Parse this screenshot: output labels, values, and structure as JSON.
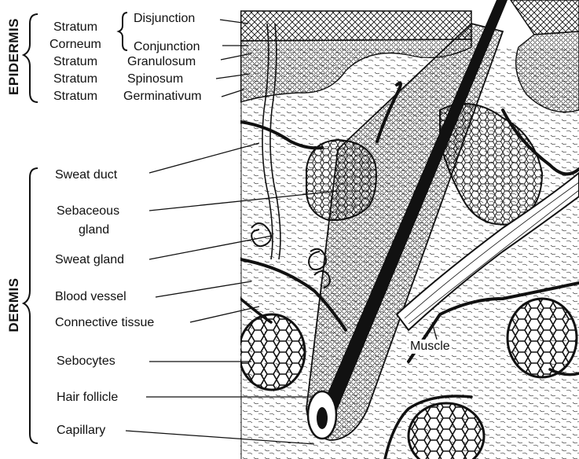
{
  "side_labels": {
    "epidermis": "EPIDERMIS",
    "dermis": "DERMIS"
  },
  "epidermis_labels": {
    "stratum_1": "Stratum",
    "corneum": "Corneum",
    "disjunction": "Disjunction",
    "conjunction": "Conjunction",
    "stratum_2": "Stratum",
    "granulosum": "Granulosum",
    "stratum_3": "Stratum",
    "spinosum": "Spinosum",
    "stratum_4": "Stratum",
    "germinativum": "Germinativum"
  },
  "dermis_labels": {
    "sweat_duct": "Sweat duct",
    "sebaceous_1": "Sebaceous",
    "sebaceous_2": "gland",
    "sweat_gland": "Sweat gland",
    "blood_vessel": "Blood vessel",
    "connective_tissue": "Connective tissue",
    "sebocytes": "Sebocytes",
    "hair_follicle": "Hair follicle",
    "capillary": "Capillary"
  },
  "figure_labels": {
    "muscle": "Muscle"
  },
  "colors": {
    "ink": "#111111",
    "paper": "#ffffff"
  }
}
